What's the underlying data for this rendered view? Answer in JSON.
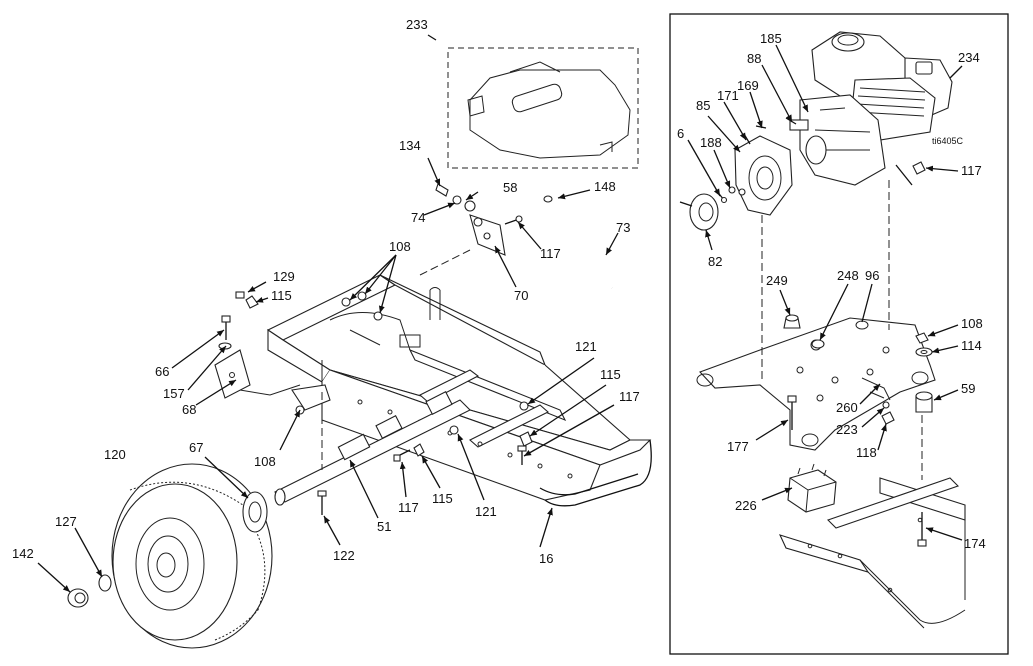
{
  "diagram": {
    "figure_id": "ti6405C",
    "inset_box": true,
    "callouts": {
      "c233": "233",
      "c134": "134",
      "c58": "58",
      "c74": "74",
      "c148": "148",
      "c73": "73",
      "c117a": "117",
      "c70": "70",
      "c108a": "108",
      "c129": "129",
      "c115a": "115",
      "c66": "66",
      "c157": "157",
      "c68": "68",
      "c121a": "121",
      "c115b": "115",
      "c117b": "117",
      "c108b": "108",
      "c67": "67",
      "c120": "120",
      "c117c": "117",
      "c115c": "115",
      "c121b": "121",
      "c127": "127",
      "c142": "142",
      "c122": "122",
      "c51": "51",
      "c16": "16",
      "c185": "185",
      "c234": "234",
      "c88": "88",
      "c169": "169",
      "c171": "171",
      "c85": "85",
      "c6": "6",
      "c188": "188",
      "c117d": "117",
      "c82": "82",
      "c249": "249",
      "c248": "248",
      "c96": "96",
      "c108c": "108",
      "c114": "114",
      "c59": "59",
      "c260": "260",
      "c223": "223",
      "c177": "177",
      "c118": "118",
      "c226": "226",
      "c174": "174"
    }
  }
}
